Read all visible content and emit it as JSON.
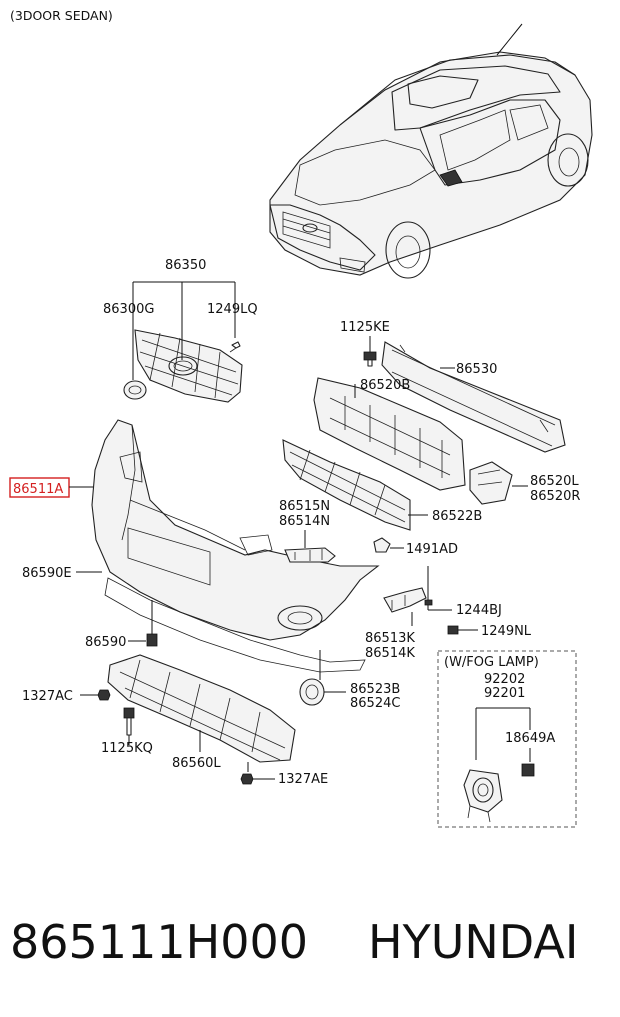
{
  "header": "(3DOOR SEDAN)",
  "labels": {
    "l86350": "86350",
    "l86300G": "86300G",
    "l1249LQ": "1249LQ",
    "l1125KE": "1125KE",
    "l86530": "86530",
    "l86520B": "86520B",
    "l86511A": "86511A",
    "l86520L": "86520L",
    "l86520R": "86520R",
    "l86515N": "86515N",
    "l86514N": "86514N",
    "l86522B": "86522B",
    "l1491AD": "1491AD",
    "l86590E": "86590E",
    "l1244BJ": "1244BJ",
    "l86513K": "86513K",
    "l86514K": "86514K",
    "l1249NL": "1249NL",
    "l86590": "86590",
    "fog_title": "(W/FOG LAMP)",
    "l92202": "92202",
    "l92201": "92201",
    "l1327AC": "1327AC",
    "l86523B": "86523B",
    "l86524C": "86524C",
    "l18649A": "18649A",
    "l1125KQ": "1125KQ",
    "l86560L": "86560L",
    "l1327AE": "1327AE"
  },
  "highlight_color": "#d42020",
  "footer": {
    "part_number": "865111H000",
    "brand": "HYUNDAI"
  }
}
